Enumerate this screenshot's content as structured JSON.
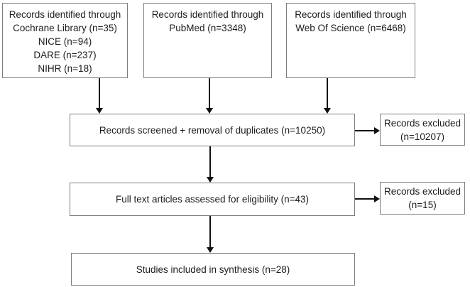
{
  "diagram": {
    "type": "prisma-flowchart",
    "colors": {
      "background": "#ffffff",
      "box_border": "#7d7d7d",
      "arrow": "#111111",
      "text": "#1c1c1c"
    },
    "boxes": {
      "sources_cochrane": {
        "lines": [
          "Records identified through",
          "Cochrane Library (n=35)",
          "NICE (n=94)",
          "DARE (n=237)",
          "NIHR (n=18)"
        ]
      },
      "sources_pubmed": {
        "lines": [
          "Records identified through",
          "PubMed (n=3348)"
        ]
      },
      "sources_wos": {
        "lines": [
          "Records identified through",
          "Web Of Science (n=6468)"
        ]
      },
      "screened": {
        "label": "Records screened + removal of duplicates (n=10250)"
      },
      "excluded_screening": {
        "lines": [
          "Records excluded",
          "(n=10207)"
        ]
      },
      "full_text": {
        "label": "Full text articles assessed for eligibility (n=43)"
      },
      "excluded_full_text": {
        "lines": [
          "Records excluded",
          "(n=15)"
        ]
      },
      "included": {
        "label": "Studies included in synthesis (n=28)"
      }
    }
  }
}
